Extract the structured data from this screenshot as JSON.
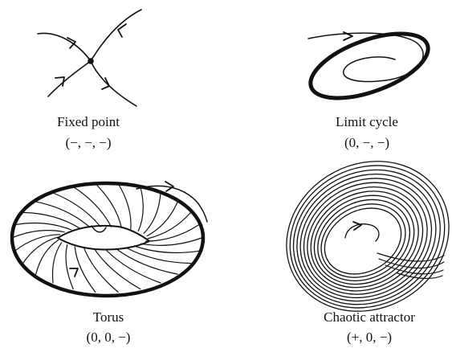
{
  "panels": [
    {
      "id": "fixed-point",
      "title": "Fixed point",
      "exponents": "(−, −, −)"
    },
    {
      "id": "limit-cycle",
      "title": "Limit cycle",
      "exponents": "(0, −, −)"
    },
    {
      "id": "torus",
      "title": "Torus",
      "exponents": "(0, 0, −)"
    },
    {
      "id": "chaotic-attractor",
      "title": "Chaotic attractor",
      "exponents": "(+, 0, −)"
    }
  ],
  "colors": {
    "ink": "#111111",
    "background": "#ffffff"
  }
}
